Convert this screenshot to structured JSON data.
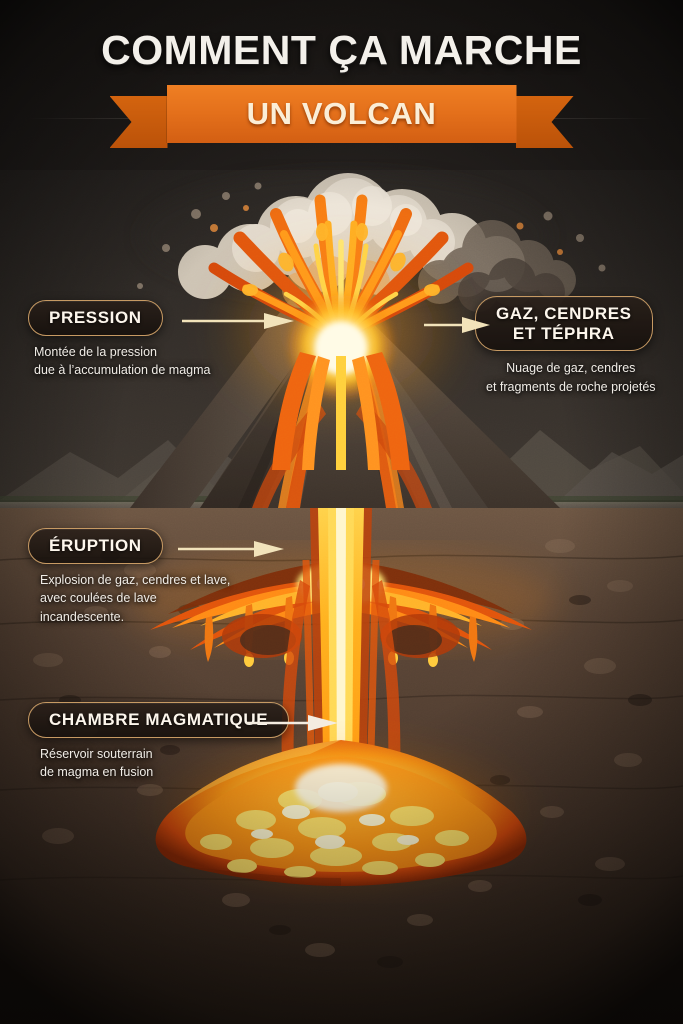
{
  "header": {
    "title": "COMMENT ÇA MARCHE",
    "ribbon_label": "UN VOLCAN"
  },
  "callouts": [
    {
      "id": "pression",
      "label": "PRESSION",
      "description": "Montée de la pression\ndue à l’accumulation de magma",
      "arrow_direction": "right"
    },
    {
      "id": "gaz",
      "label": "GAZ, CENDRES\nET TÉPHRA",
      "description": "Nuage de gaz, cendres\net fragments de roche projetés",
      "arrow_direction": "right"
    },
    {
      "id": "eruption",
      "label": "ÉRUPTION",
      "description": "Explosion de gaz, cendres et lave,\navec coulées de lave\nincandescente.",
      "arrow_direction": "right"
    },
    {
      "id": "chambre",
      "label": "CHAMBRE MAGMATIQUE",
      "description": "Réservoir souterrain\nde magma en fusion",
      "arrow_direction": "right"
    }
  ],
  "colors": {
    "accent_orange": "#e4701b",
    "pill_border": "#c79a63",
    "arrow": "#f2e3ba",
    "title_text": "#f3f0ea",
    "ribbon_text": "#fbeed7",
    "body_text": "#f0ece6",
    "background_dark": "#241f1c",
    "lava_core": "#fff3c4",
    "lava_bright": "#ffc422",
    "lava_mid": "#f5821f",
    "lava_deep": "#c43b0c",
    "ash_cloud": "#d8cfc0",
    "rock_ground": "#6b5443"
  },
  "illustration": {
    "scene": "volcano-cross-section",
    "parts": [
      "ash-plume",
      "lava-fountain",
      "volcano-cone",
      "distant-mountains",
      "lake-horizon",
      "ground-cross-section",
      "volcanic-conduit",
      "lava-branches",
      "magma-chamber"
    ]
  }
}
